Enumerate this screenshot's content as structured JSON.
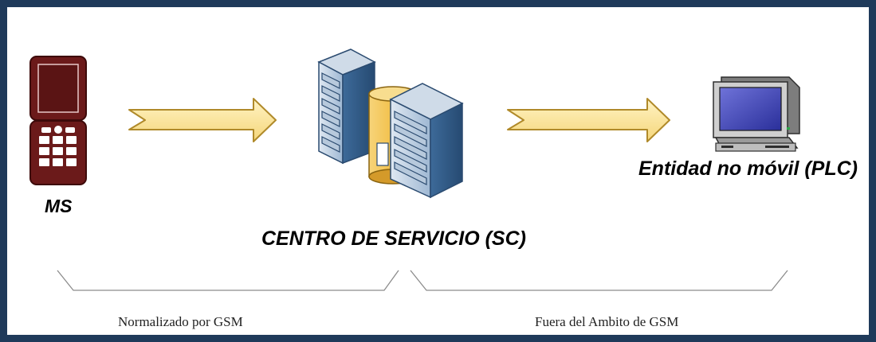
{
  "nodes": {
    "mobile": {
      "label": "MS",
      "icon": "mobile-phone-icon"
    },
    "service_center": {
      "label": "CENTRO DE SERVICIO (SC)",
      "icon": "server-database-icon"
    },
    "non_mobile": {
      "label": "Entidad no móvil (PLC)",
      "icon": "computer-icon"
    }
  },
  "scopes": {
    "left": "Normalizado por GSM",
    "right": "Fuera del Ambito de GSM"
  },
  "colors": {
    "frame": "#1f3a5a",
    "arrow_fill": "#fde9a6",
    "arrow_stroke": "#b08a2a",
    "phone_body": "#6b1a1a",
    "server_blue": "#5b86b3",
    "database_gold": "#e9b949"
  }
}
